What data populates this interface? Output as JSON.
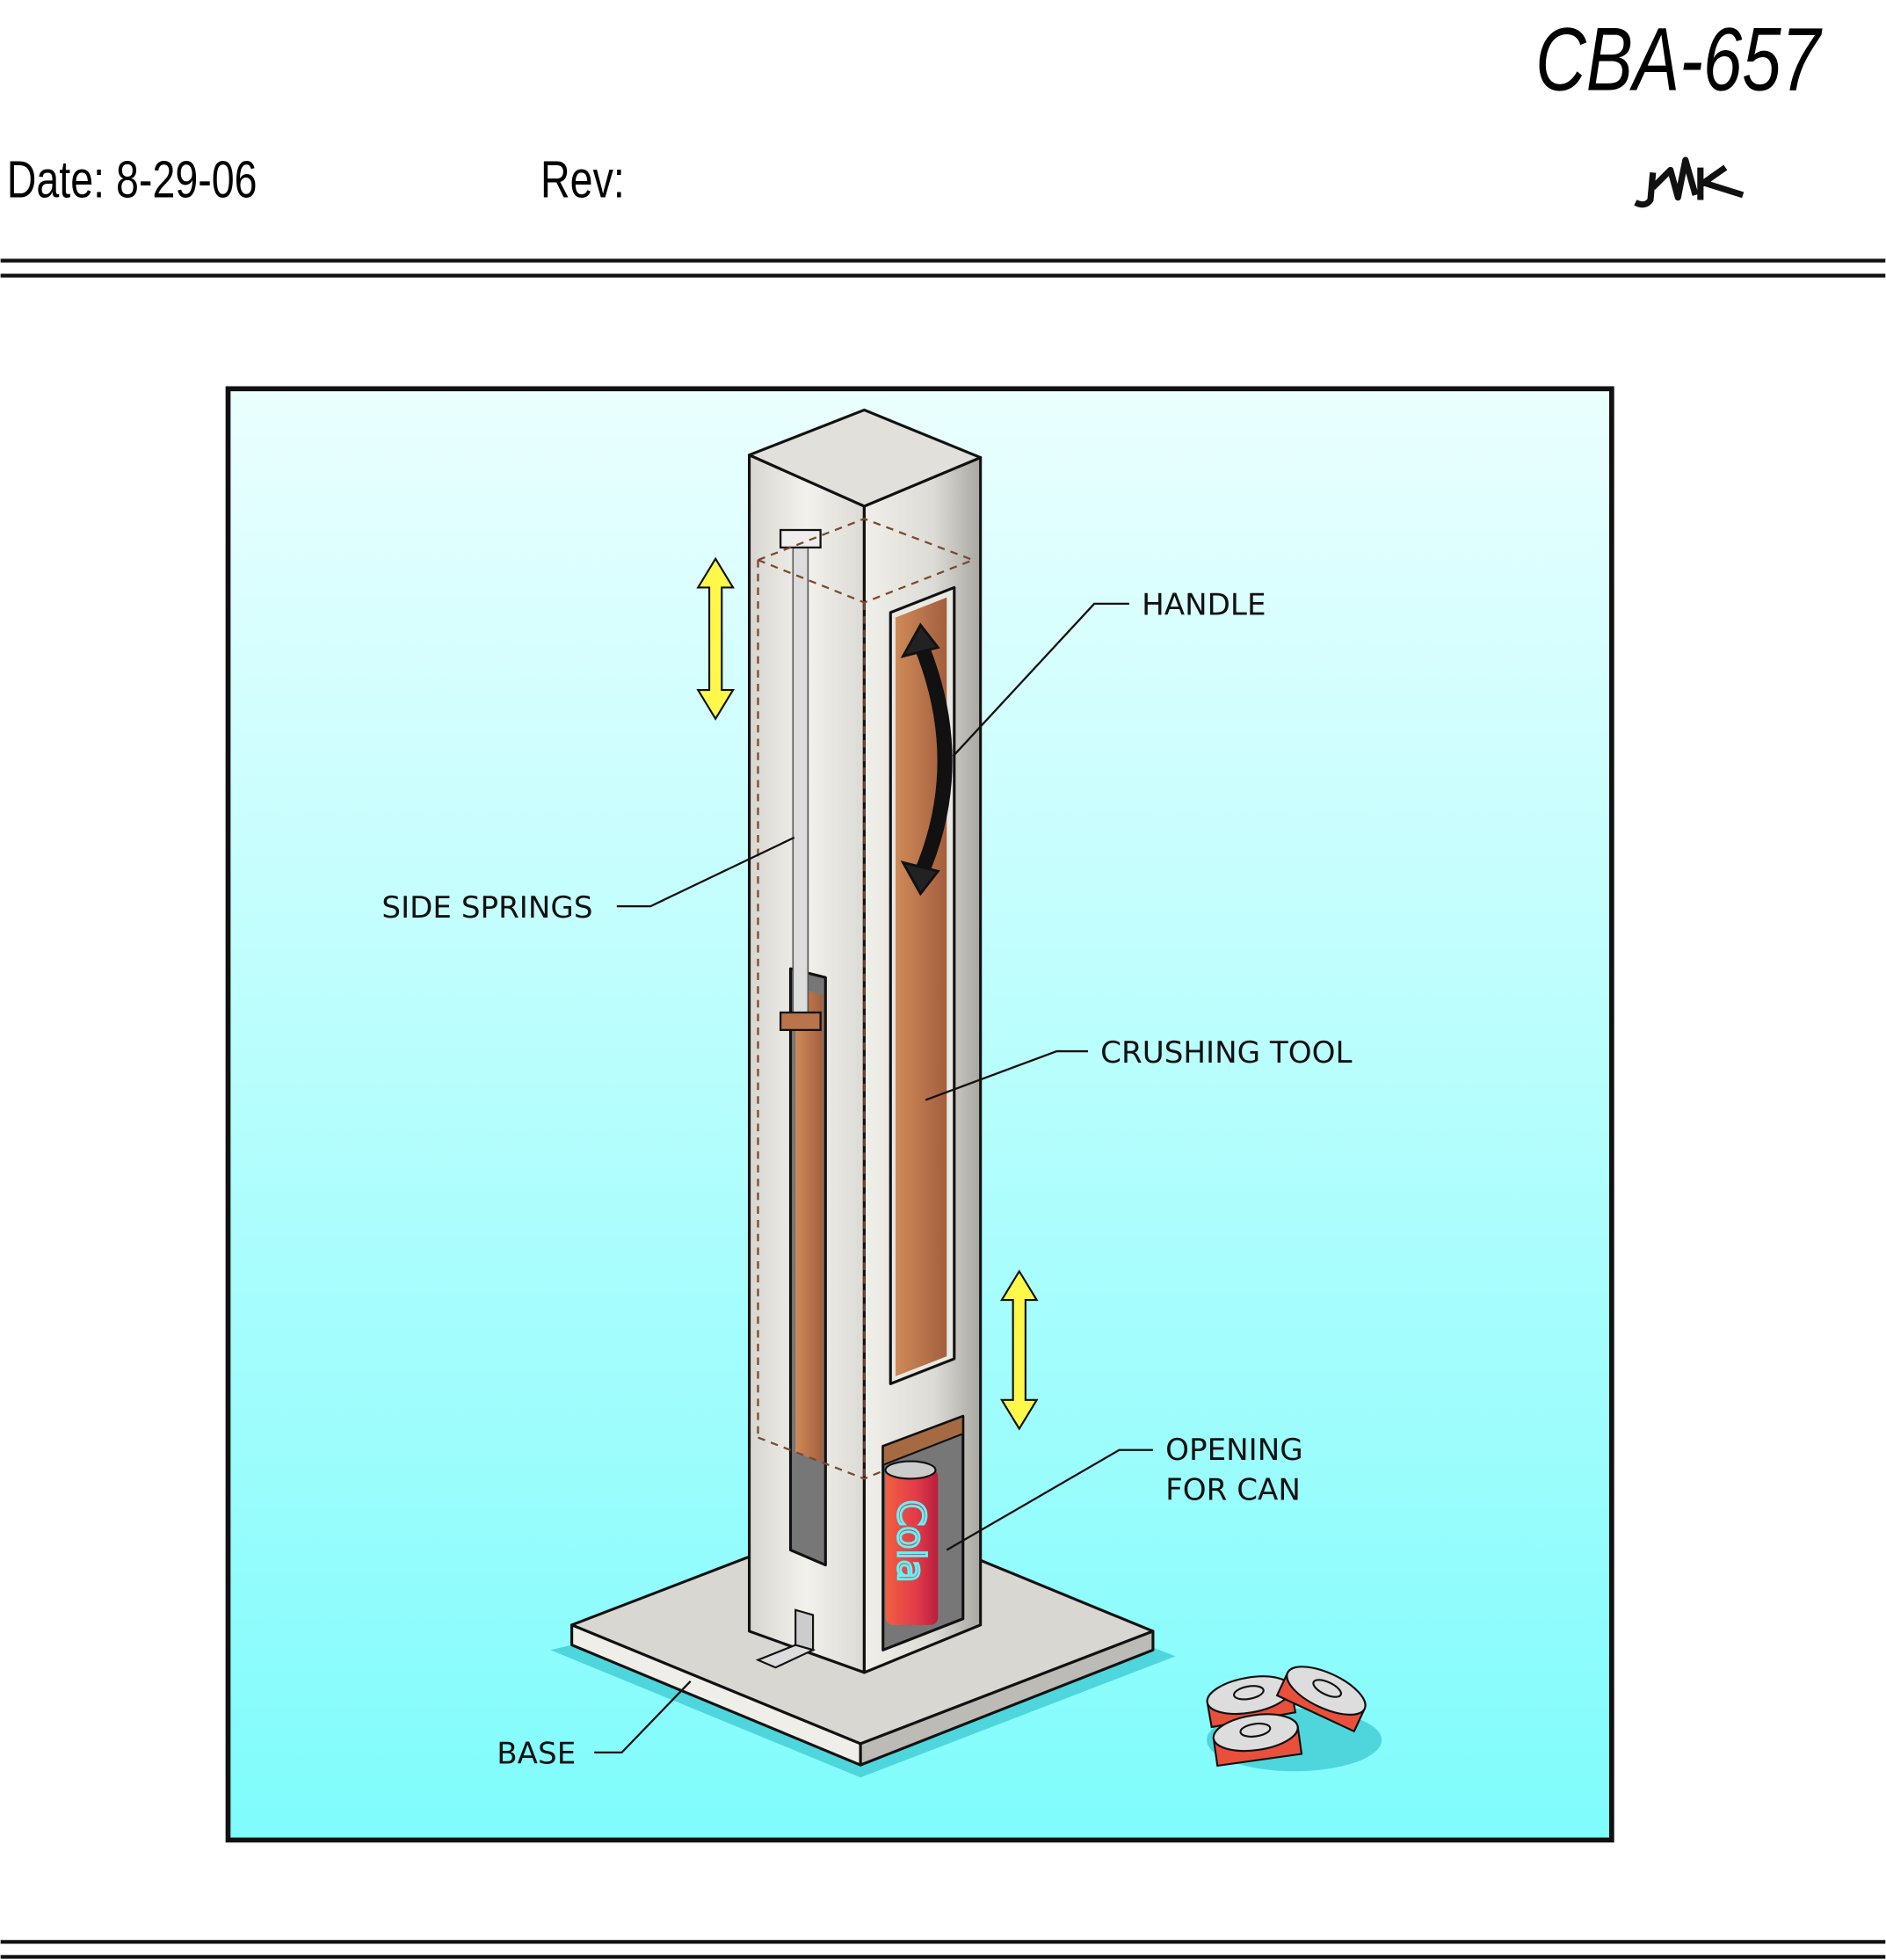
{
  "header": {
    "doc_number": "CBA-657",
    "date_label": "Date: 8-29-06",
    "rev_label": "Rev:",
    "signature": "JMK"
  },
  "diagram": {
    "labels": {
      "handle": "HANDLE",
      "side_springs": "SIDE SPRINGS",
      "crushing_tool": "CRUSHING TOOL",
      "opening_line1": "OPENING",
      "opening_line2": "FOR CAN",
      "base": "BASE"
    },
    "can_brand": "Cola",
    "colors": {
      "background_top": "#e8ffff",
      "background_bottom": "#7ffcfc",
      "tower": "#e4e2dc",
      "wood": "#b9744c",
      "arrow": "#fff84a",
      "can": "#e8503c"
    }
  }
}
